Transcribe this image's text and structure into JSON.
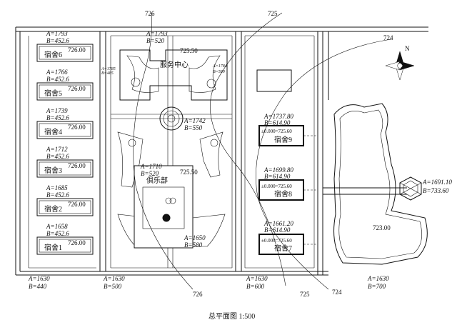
{
  "caption": "总平面图 1:500",
  "north_label": "N",
  "contour_labels": {
    "top_726": "726",
    "top_725": "725",
    "top_724": "724",
    "bottom_726": "726",
    "bottom_725": "725",
    "bottom_724": "724"
  },
  "dorms": [
    {
      "name": "宿舍6",
      "A": "A=1793",
      "B": "B=452.6",
      "elev": "726.00"
    },
    {
      "name": "宿舍5",
      "A": "A=1766",
      "B": "B=452.6",
      "elev": "726.00"
    },
    {
      "name": "宿舍4",
      "A": "A=1739",
      "B": "B=452.6",
      "elev": "726.00"
    },
    {
      "name": "宿舍3",
      "A": "A=1712",
      "B": "B=452.6",
      "elev": "726.00"
    },
    {
      "name": "宿舍2",
      "A": "A=1685",
      "B": "B=452.6",
      "elev": "726.00"
    },
    {
      "name": "宿舍1",
      "A": "A=1658",
      "B": "B=452.6",
      "elev": "726.00"
    }
  ],
  "service_center": {
    "name": "服务中心",
    "A": "A=1793",
    "B": "B=520",
    "elev": "725.50",
    "A2": "A=1784",
    "B2": "B=580"
  },
  "center_point": {
    "A": "A=1742",
    "B": "B=550"
  },
  "club": {
    "name": "俱乐部",
    "A": "A=1710",
    "B": "B=520",
    "elev": "725.50",
    "A2": "A=1650",
    "B2": "B=580"
  },
  "dorms_right": [
    {
      "name": "宿舍9",
      "A": "A=1737.80",
      "B": "B=614.90",
      "floor": "±0.000=725.60"
    },
    {
      "name": "宿舍8",
      "A": "A=1699.80",
      "B": "B=614.90",
      "floor": "±0.000=725.60"
    },
    {
      "name": "宿舍7",
      "A": "A=1661.20",
      "B": "B=614.90",
      "floor": "±0.000=725.60"
    }
  ],
  "pavilion": {
    "A": "A=1691.10",
    "B": "B=733.60"
  },
  "lake_elev": "723.00",
  "bottom_coords": [
    {
      "A": "A=1630",
      "B": "B=440"
    },
    {
      "A": "A=1630",
      "B": "B=500"
    },
    {
      "A": "A=1630",
      "B": "B=600"
    },
    {
      "A": "A=1630",
      "B": "B=700"
    }
  ],
  "small_labels": {
    "dim_a": "A=1785",
    "dim_b": "B=485"
  }
}
